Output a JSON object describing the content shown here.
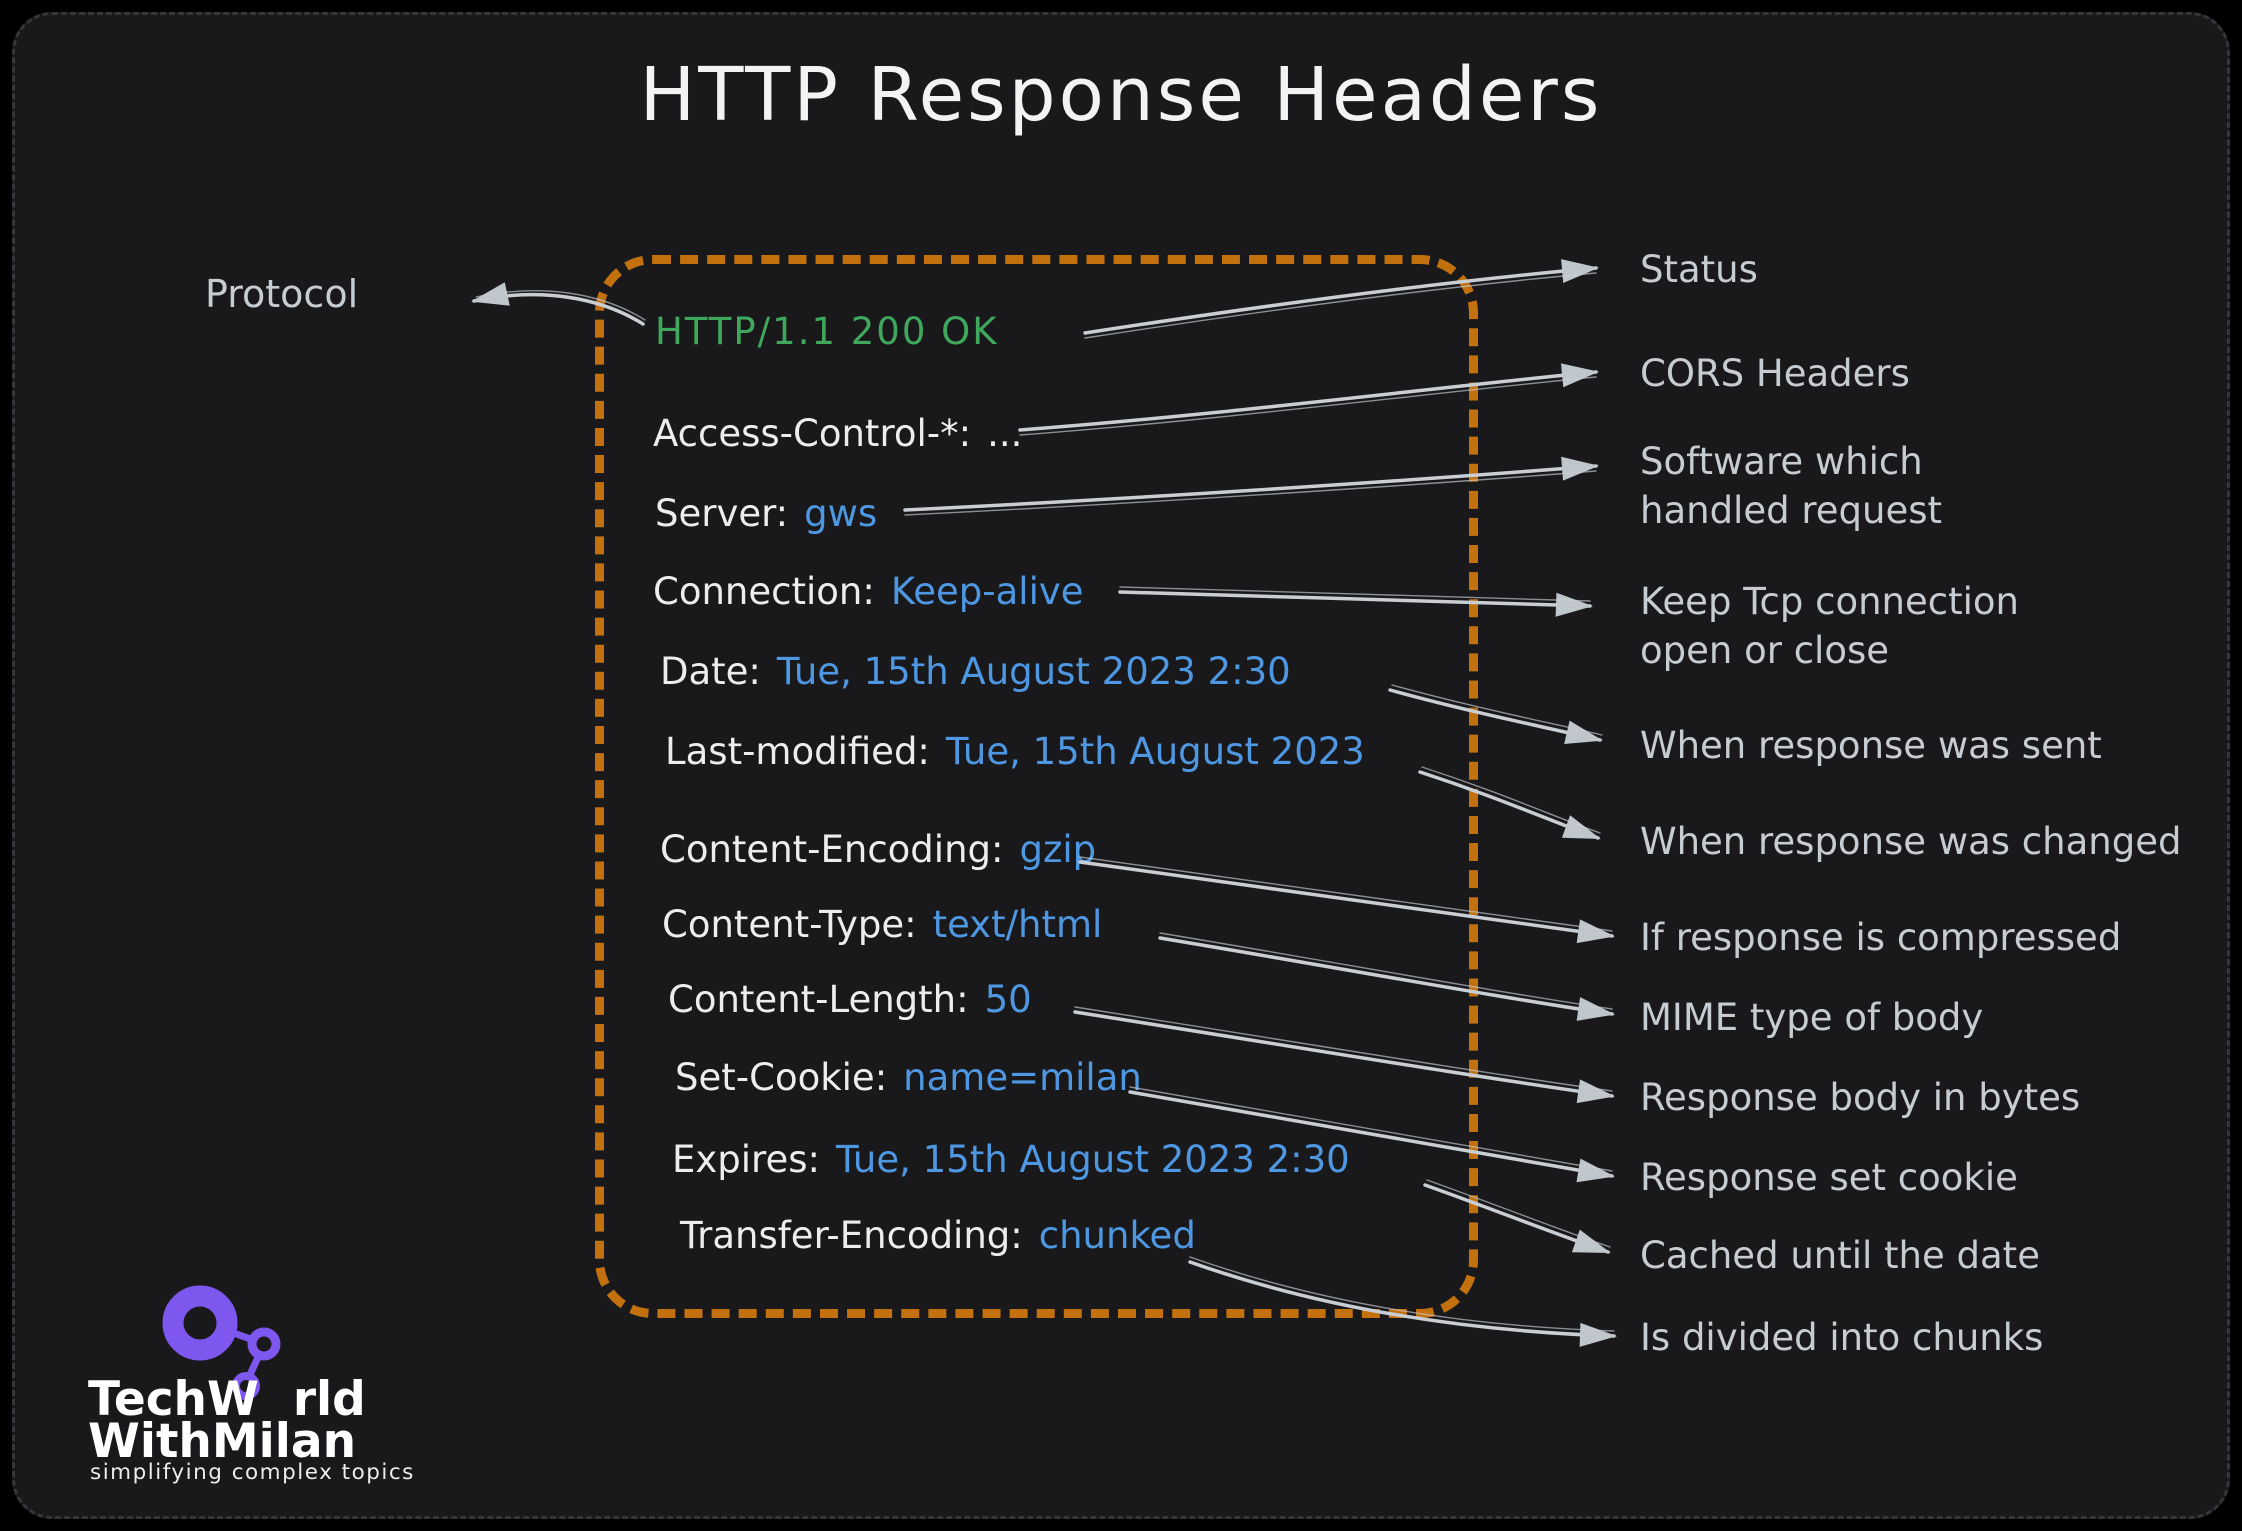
{
  "title": "HTTP Response Headers",
  "protocol_label": "Protocol",
  "headers": [
    {
      "name": "HTTP/1.1 200 OK",
      "value": ""
    },
    {
      "name": "Access-Control-*:",
      "value": "..."
    },
    {
      "name": "Server:",
      "value": "gws"
    },
    {
      "name": "Connection:",
      "value": "Keep-alive"
    },
    {
      "name": "Date:",
      "value": "Tue, 15th August 2023 2:30"
    },
    {
      "name": "Last-modified:",
      "value": "Tue, 15th August 2023"
    },
    {
      "name": "Content-Encoding:",
      "value": "gzip"
    },
    {
      "name": "Content-Type:",
      "value": "text/html"
    },
    {
      "name": "Content-Length:",
      "value": "50"
    },
    {
      "name": "Set-Cookie:",
      "value": "name=milan"
    },
    {
      "name": "Expires:",
      "value": "Tue, 15th August 2023 2:30"
    },
    {
      "name": "Transfer-Encoding:",
      "value": "chunked"
    }
  ],
  "annotations": [
    "Status",
    "CORS Headers",
    "Software which handled request",
    "Keep Tcp connection open or close",
    "When response was sent",
    "When response was changed",
    "If response is compressed",
    "MIME type of body",
    "Response body in bytes",
    "Response set cookie",
    "Cached until the date",
    "Is divided into chunks"
  ],
  "brand": {
    "line1_prefix": "TechW",
    "line1_suffix": "rld",
    "line2": "WithMilan",
    "tagline": "simplifying complex topics"
  },
  "colors": {
    "background": "#19191b",
    "box_orange": "#c2710e",
    "status_green": "#3fa85c",
    "value_blue": "#4e97e2",
    "label_gray": "#c6ccd2",
    "brand_purple": "#7e57ee"
  }
}
